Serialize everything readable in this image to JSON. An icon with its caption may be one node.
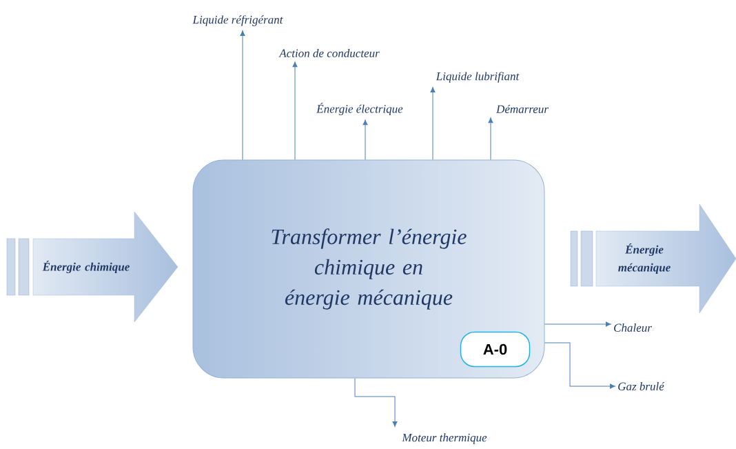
{
  "diagram": {
    "nodes": [
      {
        "text": [
          "Transformer l’énergie chimique en énergie mécanique"
        ]
      },
      {
        "text": [
          "A-0"
        ],
        "in": 0
      },
      {
        "text": [
          "Énergie chimique"
        ]
      },
      {
        "text": [
          "Énergie mécanique"
        ]
      },
      {
        "text": [
          "Liquide réfrigérant"
        ]
      },
      {
        "text": [
          "Action de conducteur"
        ]
      },
      {
        "text": [
          "Énergie électrique"
        ]
      },
      {
        "text": [
          "Liquide lubrifiant"
        ]
      },
      {
        "text": [
          "Démarreur"
        ]
      },
      {
        "text": [
          "Chaleur"
        ]
      },
      {
        "text": [
          "Gaz brulé"
        ]
      },
      {
        "text": [
          "Moteur thermique"
        ]
      }
    ],
    "edges": [
      {
        "from": 0,
        "to": 4,
        "arrow": "to"
      },
      {
        "from": 0,
        "to": 5,
        "arrow": "to"
      },
      {
        "from": 0,
        "to": 6,
        "arrow": "to"
      },
      {
        "from": 0,
        "to": 7,
        "arrow": "to"
      },
      {
        "from": 0,
        "to": 8,
        "arrow": "to"
      },
      {
        "from": 0,
        "to": 9,
        "arrow": "to"
      },
      {
        "from": 0,
        "to": 10,
        "arrow": "to"
      },
      {
        "from": 0,
        "to": 11,
        "arrow": "to"
      }
    ]
  }
}
